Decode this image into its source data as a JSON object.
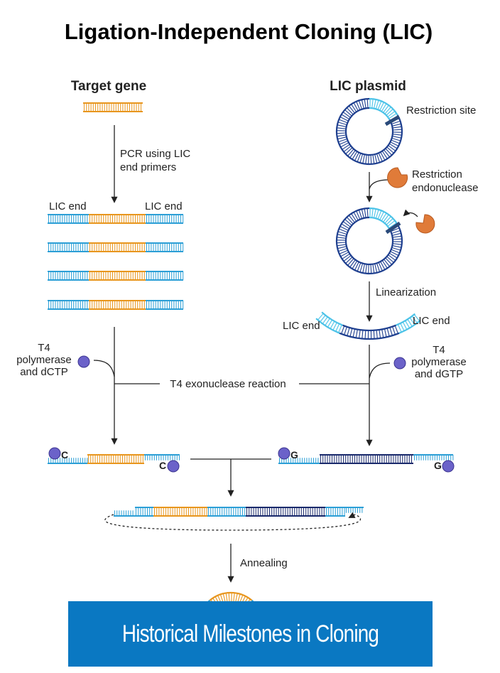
{
  "title": "Ligation-Independent Cloning (LIC)",
  "left_column": {
    "heading": "Target gene",
    "pcr_step": [
      "PCR using LIC",
      "end primers"
    ],
    "lic_end_left": "LIC end",
    "lic_end_right": "LIC end",
    "t4_label": [
      "T4",
      "polymerase",
      "and dCTP"
    ],
    "base_label": "C"
  },
  "right_column": {
    "heading": "LIC plasmid",
    "restriction_site": "Restriction site",
    "enzyme_label": [
      "Restriction",
      "endonuclease"
    ],
    "linearization": "Linearization",
    "lic_end_left": "LIC end",
    "lic_end_right": "LIC end",
    "t4_label": [
      "T4",
      "polymerase",
      "and dGTP"
    ],
    "base_label": "G"
  },
  "center": {
    "exonuclease": "T4 exonuclease reaction",
    "annealing": "Annealing"
  },
  "banner": {
    "text": "Historical Milestones in Cloning"
  },
  "colors": {
    "orange": "#e8961e",
    "light_blue": "#2c9fd6",
    "cyan": "#4cc3e8",
    "dark_blue": "#1e3f8f",
    "navy": "#1a2a6c",
    "purple": "#6b62c9",
    "enzyme": "#e07b39",
    "banner": "#0a78c2"
  }
}
